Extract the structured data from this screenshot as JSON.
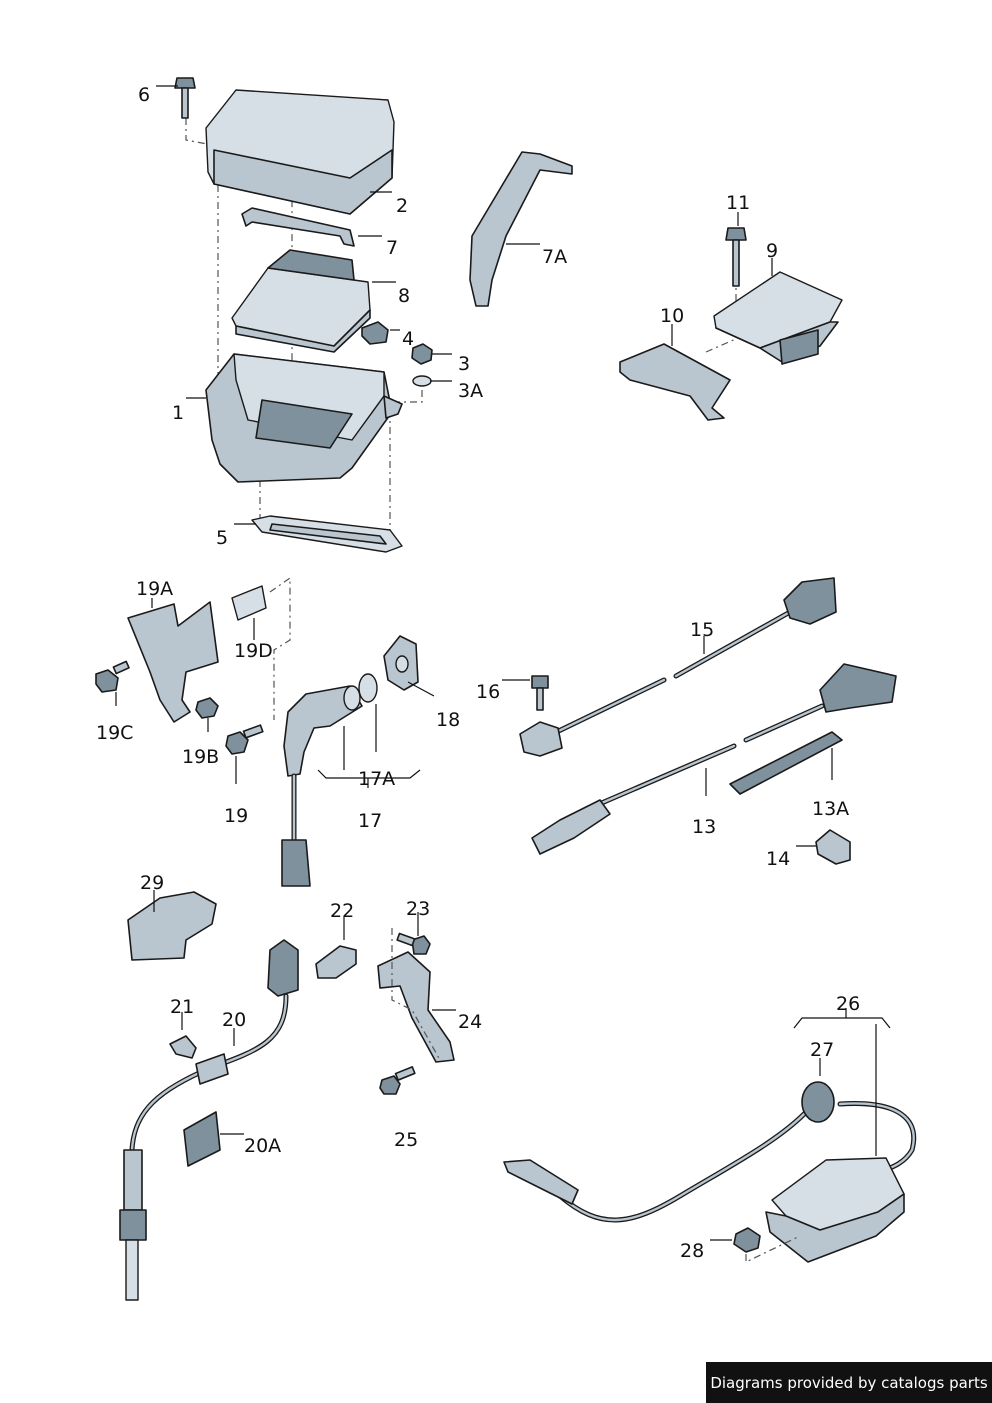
{
  "callouts": {
    "c1": "1",
    "c2": "2",
    "c3": "3",
    "c3a": "3A",
    "c4": "4",
    "c5": "5",
    "c6": "6",
    "c7": "7",
    "c7a": "7A",
    "c8": "8",
    "c9": "9",
    "c10": "10",
    "c11": "11",
    "c13": "13",
    "c13a": "13A",
    "c14": "14",
    "c15": "15",
    "c16": "16",
    "c17": "17",
    "c17a": "17A",
    "c18": "18",
    "c19": "19",
    "c19a": "19A",
    "c19b": "19B",
    "c19c": "19C",
    "c19d": "19D",
    "c20": "20",
    "c20a": "20A",
    "c21": "21",
    "c22": "22",
    "c23": "23",
    "c24": "24",
    "c25": "25",
    "c26": "26",
    "c27": "27",
    "c28": "28",
    "c29": "29"
  },
  "footer": {
    "text": "Diagrams provided by catalogs parts"
  }
}
